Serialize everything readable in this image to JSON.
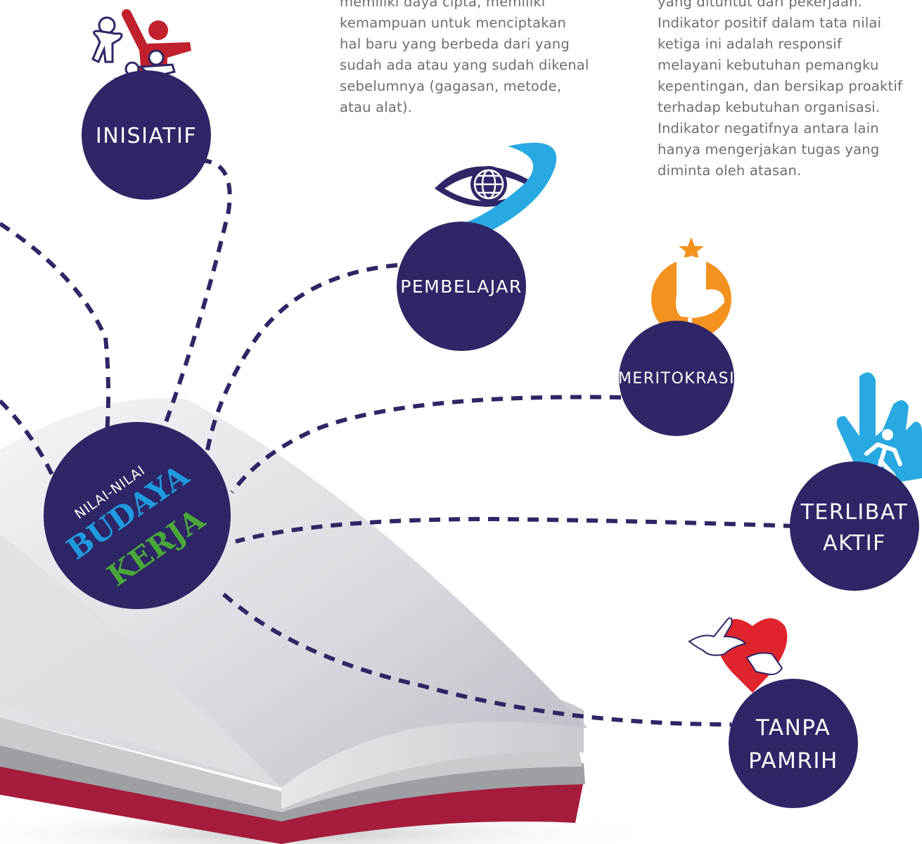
{
  "paragraphs": {
    "left": {
      "lines": [
        "memiliki daya cipta, memiliki",
        "kemampuan untuk menciptakan",
        "hal baru yang berbeda dari yang",
        "sudah ada atau yang sudah dikenal",
        "sebelumnya (gagasan, metode,",
        "atau alat)."
      ]
    },
    "right": {
      "lines": [
        "yang dituntut dari pekerjaan.",
        "Indikator positif dalam tata nilai",
        "ketiga ini adalah responsif",
        "melayani kebutuhan pemangku",
        "kepentingan, dan bersikap proaktif",
        "terhadap kebutuhan organisasi.",
        "Indikator negatifnya antara lain",
        "hanya mengerjakan tugas yang",
        "diminta oleh atasan."
      ]
    }
  },
  "center": {
    "line1": "NILAI-NILAI",
    "line2": "BUDAYA",
    "line3": "KERJA"
  },
  "nodes": {
    "inisiatif": {
      "label": "INISIATIF",
      "icon": "family-icon"
    },
    "pembelajar": {
      "label": "PEMBELAJAR",
      "icon": "eye-globe-icon"
    },
    "meritokrasi": {
      "label": "MERITOKRASI",
      "icon": "chair-star-icon"
    },
    "terlibat_aktif": {
      "line1": "TERLIBAT",
      "line2": "AKTIF",
      "icon": "hand-running-icon"
    },
    "tanpa_pamrih": {
      "line1": "TANPA",
      "line2": "PAMRIH",
      "icon": "heart-dove-icon"
    }
  },
  "colors": {
    "node": "#2e2666",
    "budaya": "#1e9be0",
    "kerja": "#4aa83a",
    "book_cover": "#a51c3c",
    "dash": "#2e2666",
    "orange": "#f4921f",
    "cyan": "#29a9e1",
    "red": "#e0242c"
  }
}
